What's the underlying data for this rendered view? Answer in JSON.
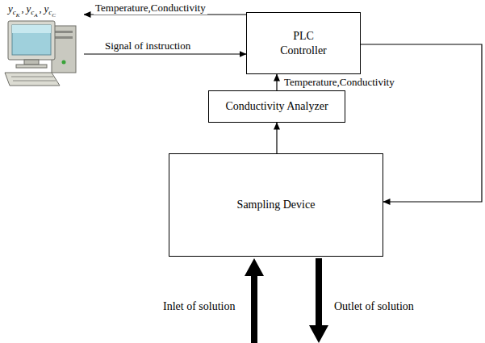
{
  "diagram": {
    "nodes": [
      {
        "text": [
          "y",
          "c",
          "K",
          ",",
          "y",
          "c",
          "A",
          ",",
          "y",
          "c",
          "C"
        ]
      },
      {
        "text": [
          "PLC Controller"
        ]
      },
      {
        "text": [
          "Conductivity Analyzer"
        ]
      },
      {
        "text": [
          "Sampling Device"
        ]
      }
    ],
    "edges": [
      {
        "from": 1,
        "to": 0,
        "arrow": "to",
        "label": "Temperature,Conductivity"
      },
      {
        "from": 0,
        "to": 1,
        "arrow": "to",
        "label": "Signal of instruction"
      },
      {
        "from": 2,
        "to": 1,
        "arrow": "to",
        "label": "Temperature,Conductivity"
      },
      {
        "from": 3,
        "to": 2,
        "arrow": "to"
      },
      {
        "from": 1,
        "to": 3,
        "arrow": "to"
      }
    ],
    "labels": [
      "Inlet of solution",
      "Outlet of solution"
    ]
  }
}
